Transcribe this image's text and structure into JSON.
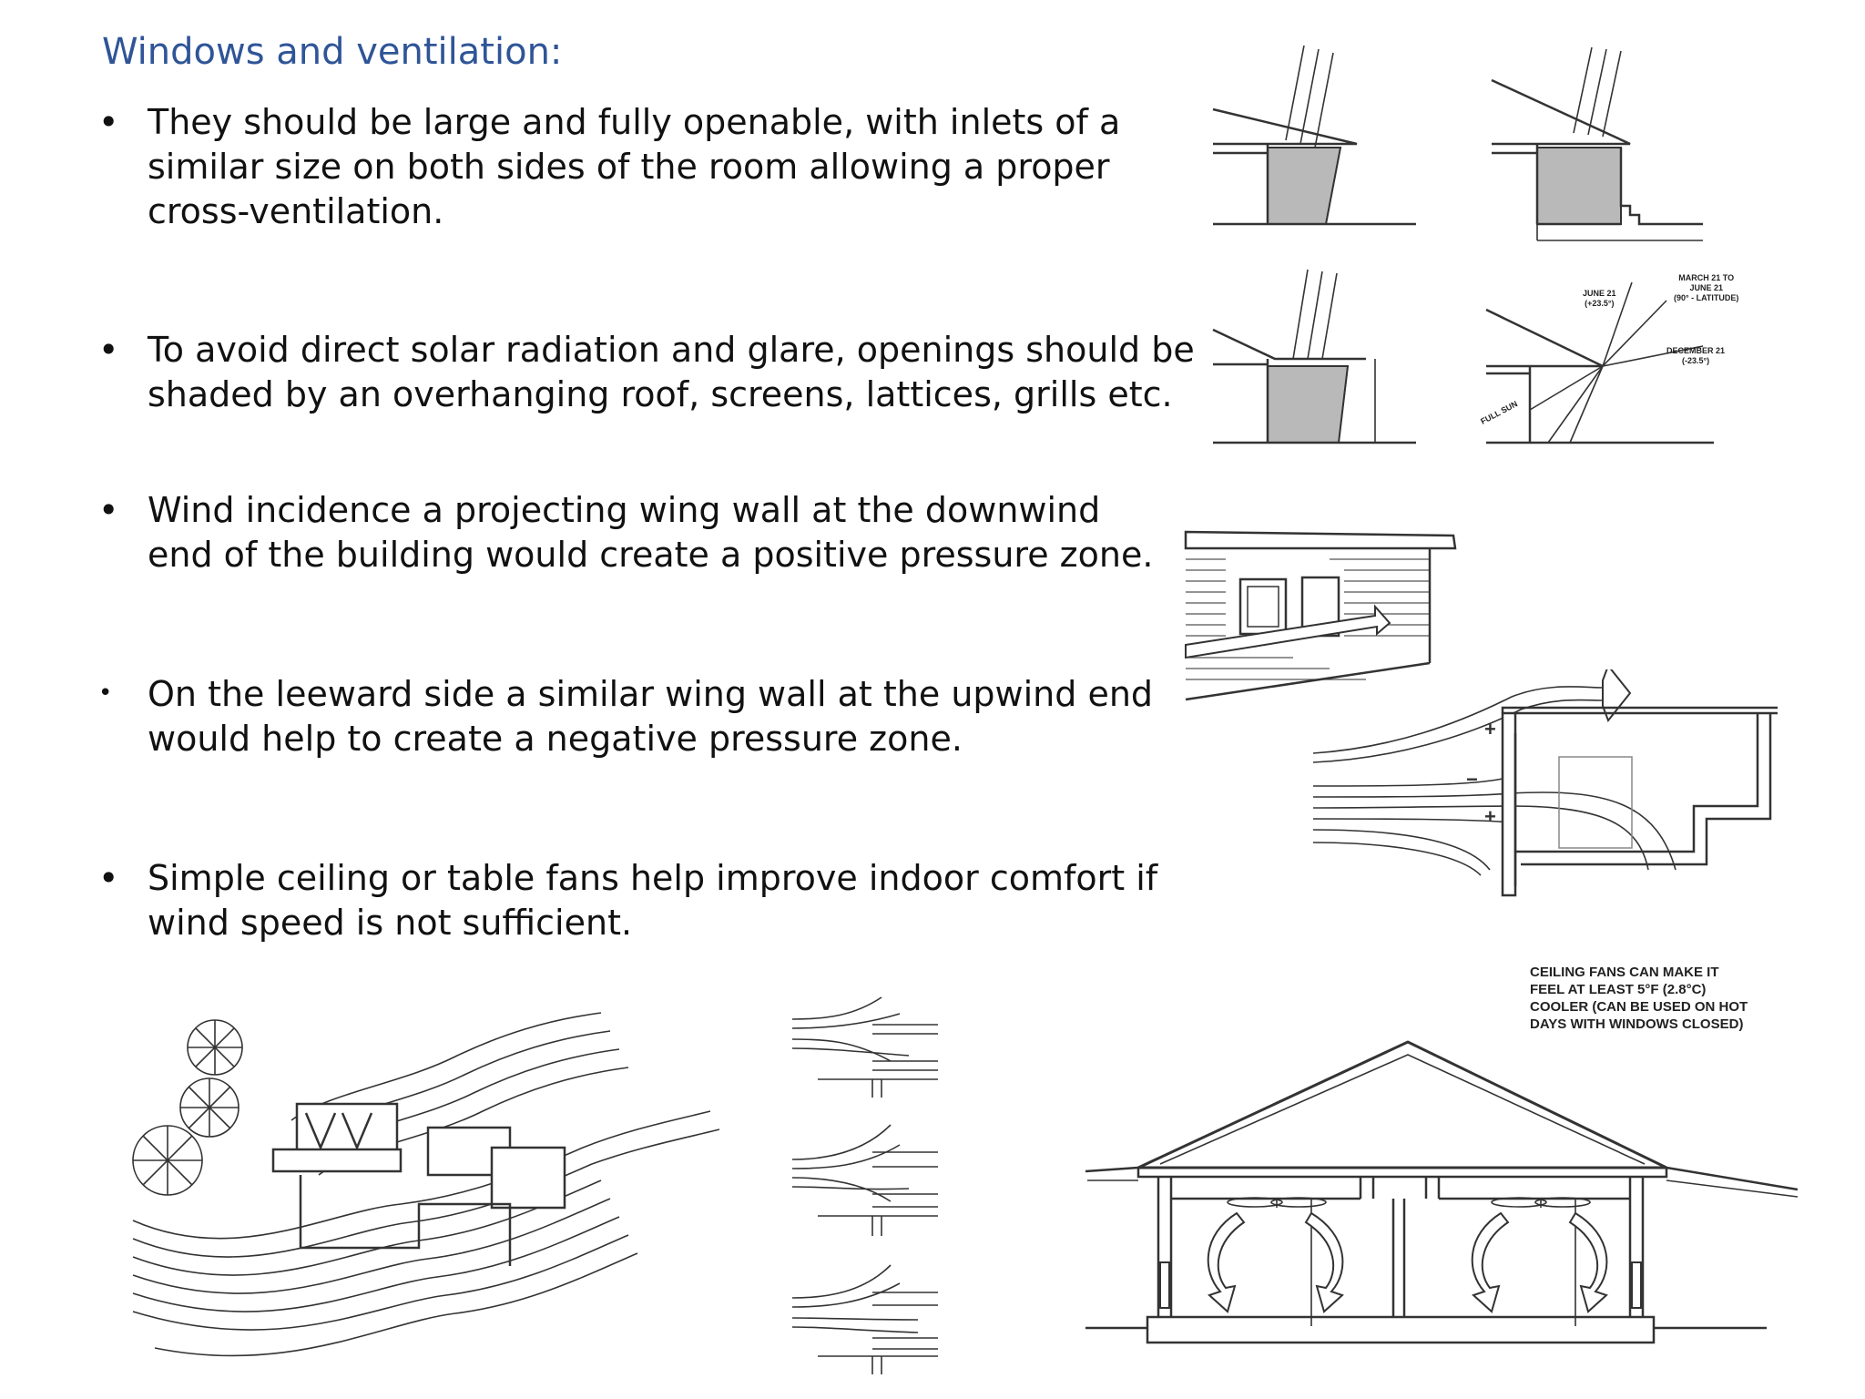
{
  "title": "Windows and ventilation:",
  "bullets": [
    {
      "mark": "•",
      "lines": [
        "They should be large and fully openable, with inlets of a",
        "similar size on both sides of the room allowing a proper",
        "cross-ventilation."
      ]
    },
    {
      "mark": "•",
      "lines": [
        "To avoid direct solar radiation and glare, openings should be",
        "shaded  by an  overhanging roof, screens,   lattices,  grills  etc."
      ]
    },
    {
      "mark": "•",
      "lines": [
        "Wind  incidence  a  projecting  wing  wall  at  the downwind",
        "end  of  the  building  would  create   a positive pressure zone."
      ]
    },
    {
      "mark": "•",
      "lines": [
        " On the leeward side a similar wing wall at the upwind end",
        "would help to  create a negative pressure zone."
      ]
    },
    {
      "mark": "•",
      "lines": [
        "Simple ceiling or table fans   help  improve indoor  comfort   if",
        "wind speed is not sufficient."
      ]
    }
  ],
  "sun_diagram": {
    "label_june": "JUNE 21",
    "label_june_angle": "(+23.5°)",
    "label_march_1": "MARCH 21 TO",
    "label_march_2": "JUNE 21",
    "label_march_3": "(90° - LATITUDE)",
    "label_december": "DECEMBER 21",
    "label_december_angle": "(-23.5°)",
    "label_full_sun": "FULL SUN"
  },
  "pressure_diagram": {
    "plus_top": "+",
    "minus": "−",
    "plus_bottom": "+"
  },
  "fan_diagram": {
    "caption_lines": [
      "CEILING FANS CAN MAKE IT",
      "FEEL AT LEAST 5°F (2.8°C)",
      "COOLER (CAN BE USED ON HOT",
      "DAYS WITH WINDOWS CLOSED)"
    ]
  }
}
